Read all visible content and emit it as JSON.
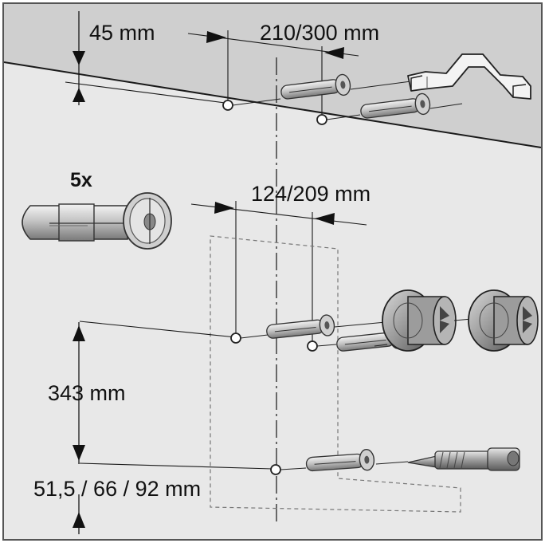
{
  "labels": {
    "ceiling_offset": "45 mm",
    "bracket_spacing": "210/300 mm",
    "anchor_quantity": "5x",
    "mount_spacing": "124/209 mm",
    "mount_height": "343 mm",
    "bottom_offset": "51,5 / 66 / 92 mm"
  },
  "colors": {
    "wall": "#e8e8e8",
    "ceiling": "#cfcfcf",
    "line": "#1a1a1a",
    "anchor_light": "#d4d4d4",
    "anchor_dark": "#8a8a8a"
  }
}
